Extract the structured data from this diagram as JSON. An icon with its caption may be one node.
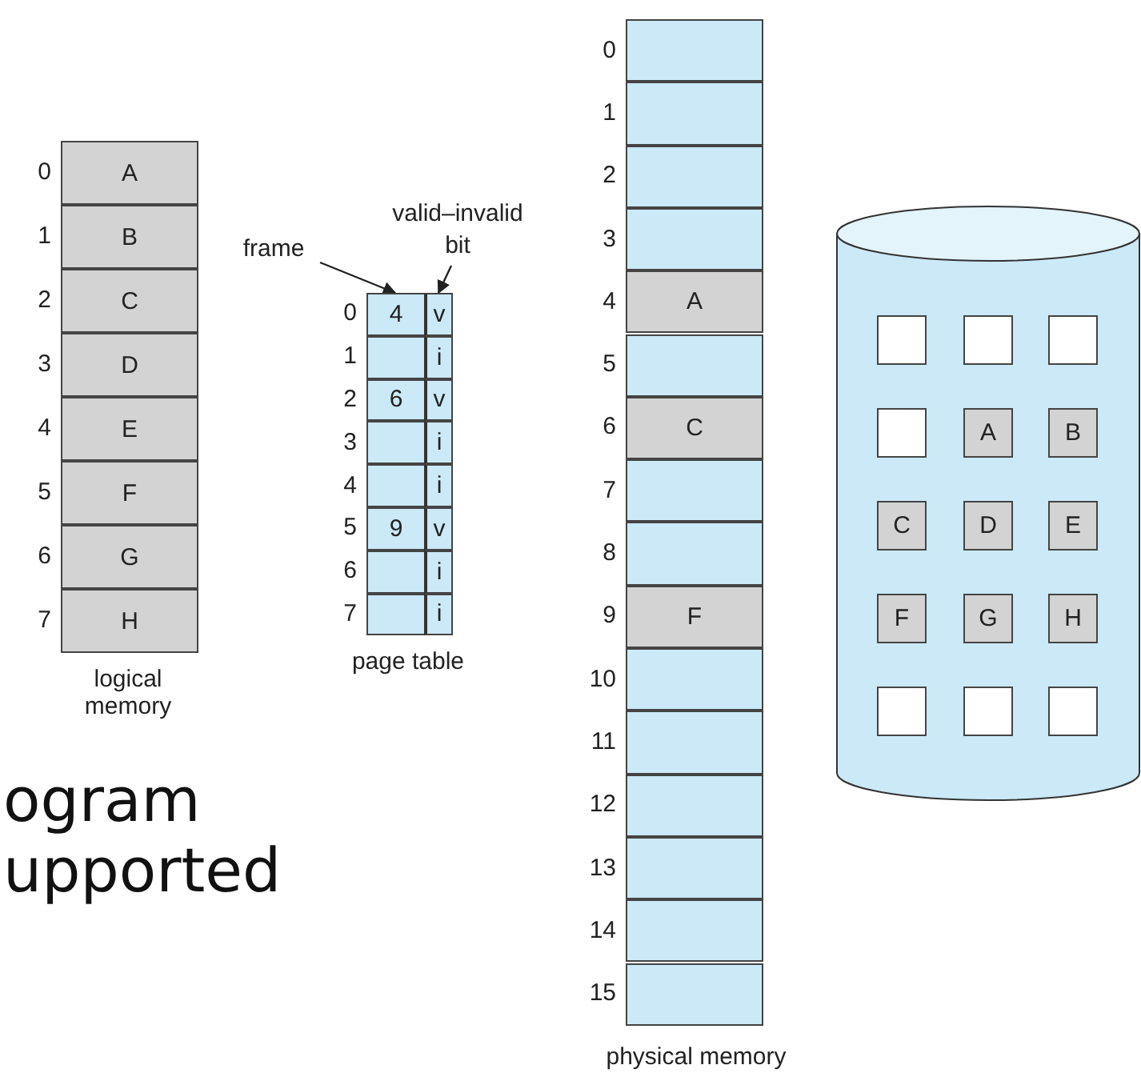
{
  "diagram": {
    "nodes": [
      {
        "text": [
          "A"
        ],
        "beside": [
          "0"
        ]
      },
      {
        "text": [
          "B"
        ],
        "beside": [
          "1"
        ]
      },
      {
        "text": [
          "C"
        ],
        "beside": [
          "2"
        ]
      },
      {
        "text": [
          "D"
        ],
        "beside": [
          "3"
        ]
      },
      {
        "text": [
          "E"
        ],
        "beside": [
          "4"
        ]
      },
      {
        "text": [
          "F"
        ],
        "beside": [
          "5"
        ]
      },
      {
        "text": [
          "G"
        ],
        "beside": [
          "6"
        ]
      },
      {
        "text": [
          "H"
        ],
        "beside": [
          "7"
        ]
      },
      {
        "text": [
          "frame"
        ]
      },
      {
        "text": [
          "valid–invalid bit"
        ]
      },
      {
        "text": [
          "4"
        ],
        "beside": [
          "0"
        ]
      },
      {
        "text": [
          "v"
        ]
      },
      {
        "text": [],
        "shape": "box",
        "beside": [
          "1"
        ]
      },
      {
        "text": [
          "i"
        ]
      },
      {
        "text": [
          "6"
        ],
        "beside": [
          "2"
        ]
      },
      {
        "text": [
          "v"
        ]
      },
      {
        "text": [],
        "shape": "box",
        "beside": [
          "3"
        ]
      },
      {
        "text": [
          "i"
        ]
      },
      {
        "text": [],
        "shape": "box",
        "beside": [
          "4"
        ]
      },
      {
        "text": [
          "i"
        ]
      },
      {
        "text": [
          "9"
        ],
        "beside": [
          "5"
        ]
      },
      {
        "text": [
          "v"
        ]
      },
      {
        "text": [],
        "shape": "box",
        "beside": [
          "6"
        ]
      },
      {
        "text": [
          "i"
        ]
      },
      {
        "text": [],
        "shape": "box",
        "beside": [
          "7"
        ]
      },
      {
        "text": [
          "i"
        ]
      },
      {
        "text": [],
        "shape": "box",
        "beside": [
          "0"
        ]
      },
      {
        "text": [],
        "shape": "box",
        "beside": [
          "1"
        ]
      },
      {
        "text": [],
        "shape": "box",
        "beside": [
          "2"
        ]
      },
      {
        "text": [],
        "shape": "box",
        "beside": [
          "3"
        ]
      },
      {
        "text": [
          "A"
        ],
        "beside": [
          "4"
        ]
      },
      {
        "text": [],
        "shape": "box",
        "beside": [
          "5"
        ]
      },
      {
        "text": [
          "C"
        ],
        "beside": [
          "6"
        ]
      },
      {
        "text": [],
        "shape": "box",
        "beside": [
          "7"
        ]
      },
      {
        "text": [],
        "shape": "box",
        "beside": [
          "8"
        ]
      },
      {
        "text": [
          "F"
        ],
        "beside": [
          "9"
        ]
      },
      {
        "text": [],
        "shape": "box",
        "beside": [
          "10"
        ]
      },
      {
        "text": [],
        "shape": "box",
        "beside": [
          "11"
        ]
      },
      {
        "text": [],
        "shape": "box",
        "beside": [
          "12"
        ]
      },
      {
        "text": [],
        "shape": "box",
        "beside": [
          "13"
        ]
      },
      {
        "text": [],
        "shape": "box",
        "beside": [
          "14"
        ]
      },
      {
        "text": [],
        "shape": "box",
        "beside": [
          "15"
        ]
      },
      {
        "text": [],
        "shape": "cylinder"
      },
      {
        "text": [],
        "shape": "box",
        "in": 42
      },
      {
        "text": [],
        "shape": "box",
        "in": 42
      },
      {
        "text": [],
        "shape": "box",
        "in": 42
      },
      {
        "text": [],
        "shape": "box",
        "in": 42
      },
      {
        "text": [
          "A"
        ],
        "in": 42
      },
      {
        "text": [
          "B"
        ],
        "in": 42
      },
      {
        "text": [
          "C"
        ],
        "in": 42
      },
      {
        "text": [
          "D"
        ],
        "in": 42
      },
      {
        "text": [
          "E"
        ],
        "in": 42
      },
      {
        "text": [
          "F"
        ],
        "in": 42
      },
      {
        "text": [
          "G"
        ],
        "in": 42
      },
      {
        "text": [
          "H"
        ],
        "in": 42
      },
      {
        "text": [],
        "shape": "box",
        "in": 42
      },
      {
        "text": [],
        "shape": "box",
        "in": 42
      },
      {
        "text": [],
        "shape": "box",
        "in": 42
      }
    ],
    "edges": [
      {
        "from": 8,
        "to": 10,
        "arrow": "to"
      },
      {
        "from": 9,
        "to": 11,
        "arrow": "to"
      }
    ],
    "labels": [
      "logical memory",
      "page table",
      "physical memory",
      "ogram upported"
    ]
  }
}
